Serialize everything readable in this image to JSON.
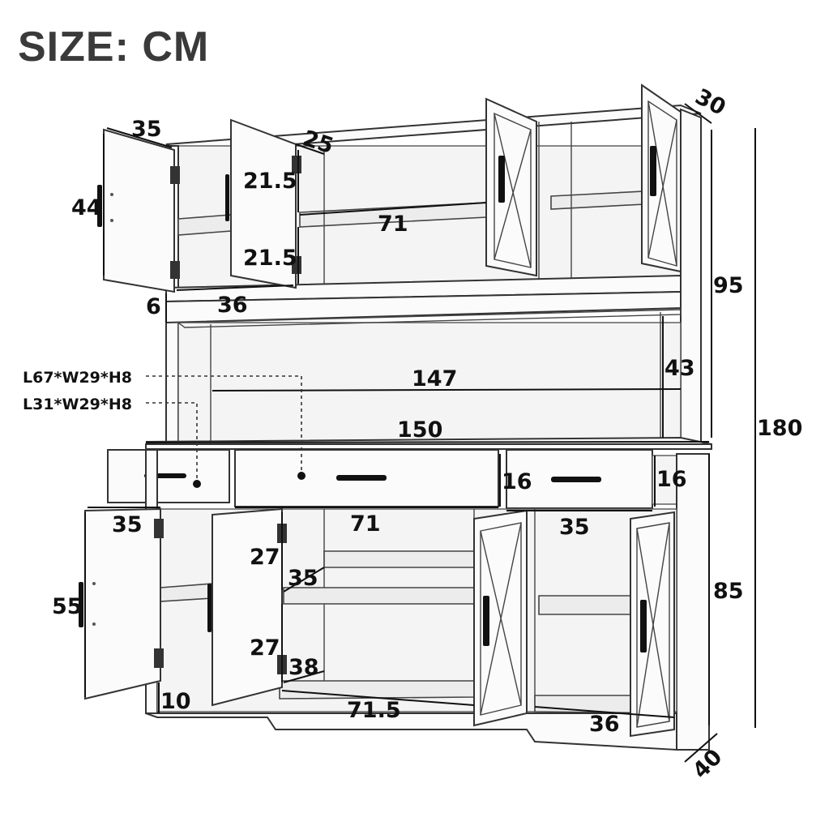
{
  "title": "SIZE: CM",
  "labels": {
    "door_top_width": "35",
    "door_top_height": "44",
    "door_top_depth": "25",
    "compartment_upper": "21.5",
    "compartment_lower": "21.5",
    "upper_center_width": "71",
    "upper_side_width": "36",
    "upper_base_gap": "6",
    "total_depth_top": "30",
    "upper_height": "95",
    "total_height": "180",
    "open_shelf_height": "43",
    "open_shelf_width": "147",
    "counter_width": "150",
    "drawer_large": "L67*W29*H8",
    "drawer_small": "L31*W29*H8",
    "drawer_height_left": "16",
    "drawer_height_right": "16",
    "lower_door_left_width": "35",
    "lower_center_width": "71",
    "lower_door_right_width": "35",
    "lower_door_height": "55",
    "lower_compartment_upper": "27",
    "lower_compartment_lower": "27",
    "lower_shelf_depth": "35",
    "lower_base_depth": "38",
    "base_gap": "10",
    "lower_center_bottom_width": "71.5",
    "lower_right_bottom_width": "36",
    "lower_height": "85",
    "total_depth_bottom": "40"
  }
}
